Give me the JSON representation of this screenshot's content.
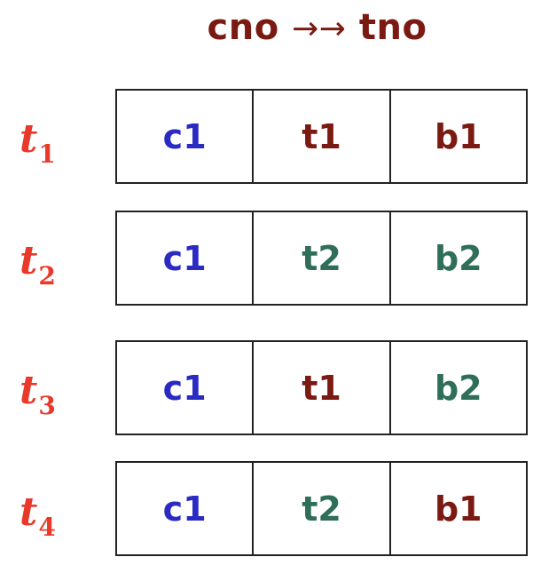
{
  "title": {
    "left": "cno",
    "arrow": "→→",
    "right": "tno"
  },
  "colors": {
    "title": "#7a1a12",
    "label": "#e8392b",
    "blue": "#2b2bc4",
    "darkred": "#7a1a12",
    "green": "#2f6e58"
  },
  "rows": [
    {
      "label": "t",
      "sub": "1",
      "cells": [
        {
          "text": "c1",
          "color": "#2b2bc4"
        },
        {
          "text": "t1",
          "color": "#7a1a12"
        },
        {
          "text": "b1",
          "color": "#7a1a12"
        }
      ]
    },
    {
      "label": "t",
      "sub": "2",
      "cells": [
        {
          "text": "c1",
          "color": "#2b2bc4"
        },
        {
          "text": "t2",
          "color": "#2f6e58"
        },
        {
          "text": "b2",
          "color": "#2f6e58"
        }
      ]
    },
    {
      "label": "t",
      "sub": "3",
      "cells": [
        {
          "text": "c1",
          "color": "#2b2bc4"
        },
        {
          "text": "t1",
          "color": "#7a1a12"
        },
        {
          "text": "b2",
          "color": "#2f6e58"
        }
      ]
    },
    {
      "label": "t",
      "sub": "4",
      "cells": [
        {
          "text": "c1",
          "color": "#2b2bc4"
        },
        {
          "text": "t2",
          "color": "#2f6e58"
        },
        {
          "text": "b1",
          "color": "#7a1a12"
        }
      ]
    }
  ]
}
